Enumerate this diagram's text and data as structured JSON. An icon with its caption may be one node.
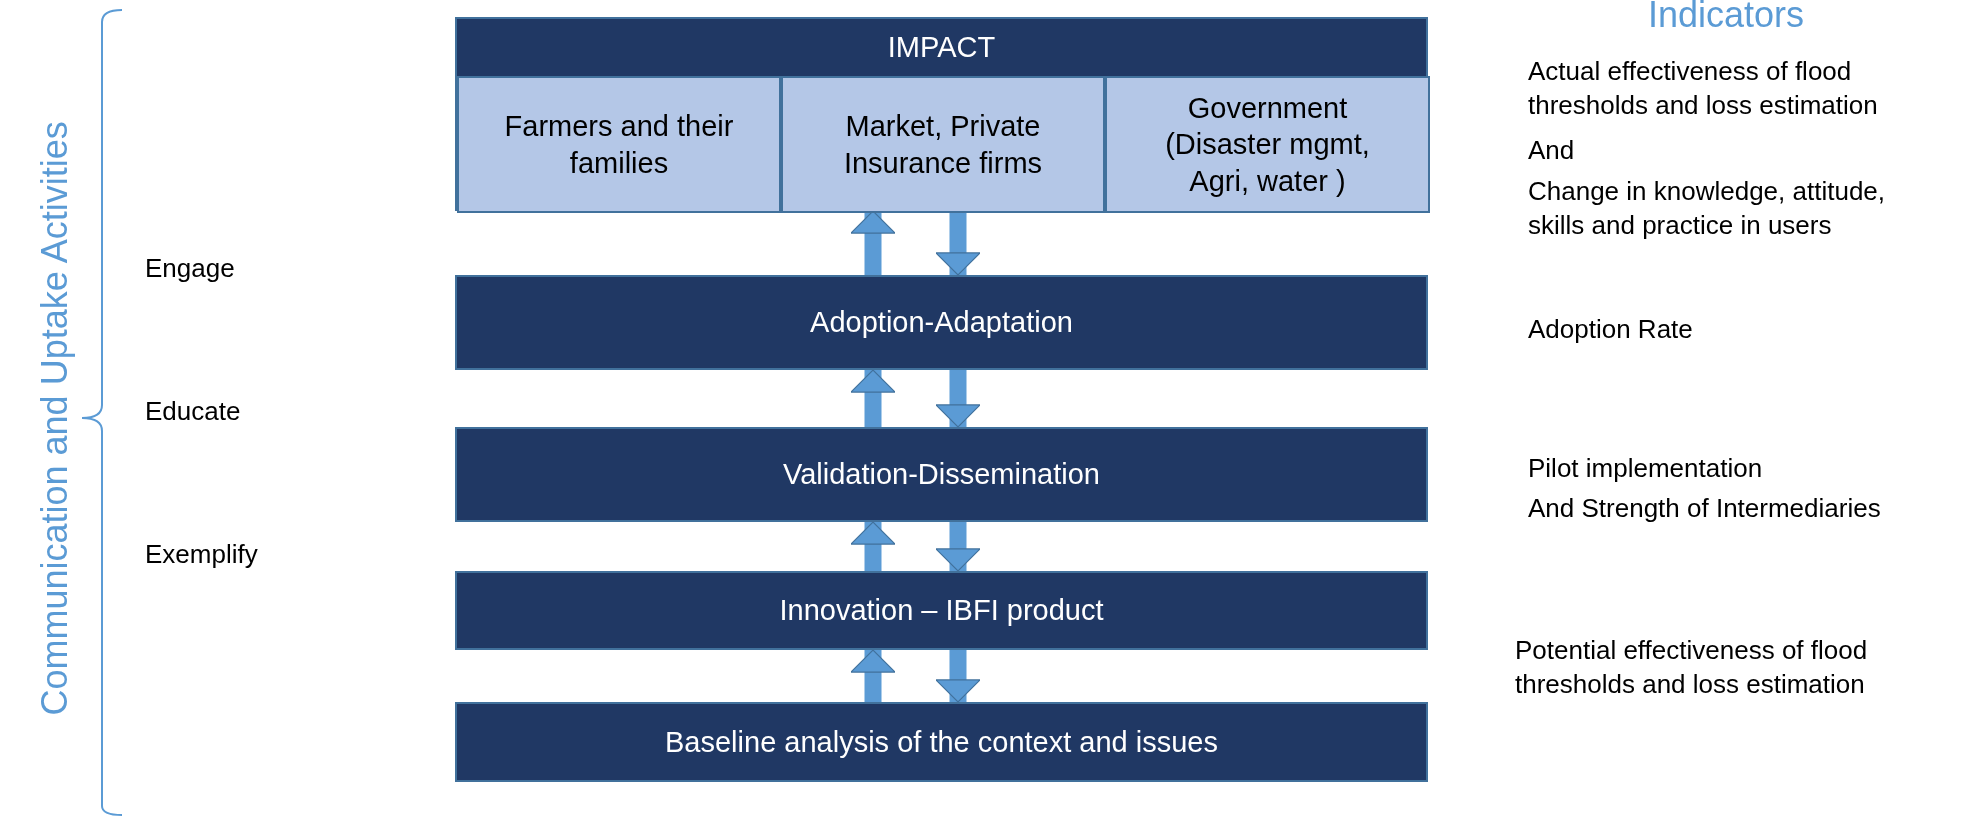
{
  "diagram": {
    "nodes": [
      {
        "text": [
          "IMPACT"
        ]
      },
      {
        "text": [
          "Farmers and their families"
        ],
        "in": 0
      },
      {
        "text": [
          "Market, Private Insurance firms"
        ],
        "in": 0
      },
      {
        "text": [
          "Government (Disaster mgmt, Agri, water )"
        ],
        "in": 0
      },
      {
        "text": [
          "Adoption-Adaptation"
        ]
      },
      {
        "text": [
          "Validation-Dissemination"
        ]
      },
      {
        "text": [
          "Innovation – IBFI product"
        ]
      },
      {
        "text": [
          "Baseline analysis of the context and issues"
        ]
      }
    ],
    "edges": [
      {
        "from": 4,
        "to": 0,
        "arrow": "to"
      },
      {
        "from": 0,
        "to": 4,
        "arrow": "to"
      },
      {
        "from": 5,
        "to": 4,
        "arrow": "to"
      },
      {
        "from": 4,
        "to": 5,
        "arrow": "to"
      },
      {
        "from": 6,
        "to": 5,
        "arrow": "to"
      },
      {
        "from": 5,
        "to": 6,
        "arrow": "to"
      },
      {
        "from": 7,
        "to": 6,
        "arrow": "to"
      },
      {
        "from": 6,
        "to": 7,
        "arrow": "to"
      }
    ],
    "labels": [
      "Communication and Uptake Activities",
      "Engage",
      "Educate",
      "Exemplify",
      "Indicators",
      "Actual effectiveness of flood thresholds and loss estimation",
      "And",
      "Change in knowledge, attitude, skills and practice in users",
      "Adoption Rate",
      "Pilot implementation",
      "And Strength of Intermediaries",
      "Potential effectiveness of flood thresholds and loss estimation"
    ]
  }
}
